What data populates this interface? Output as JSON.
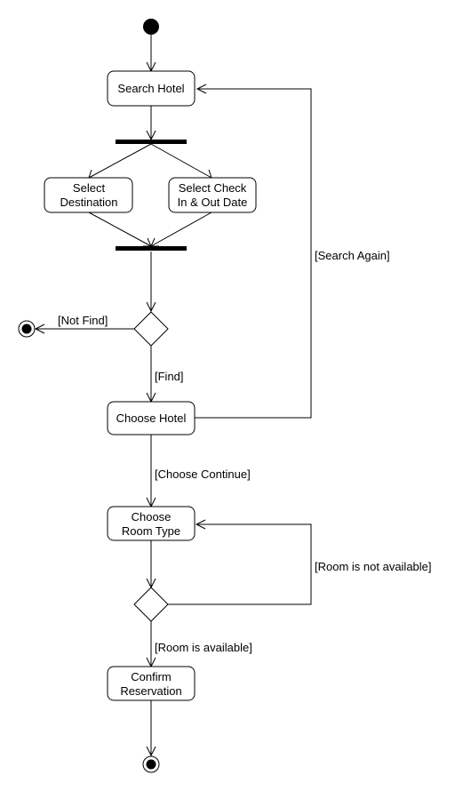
{
  "nodes": {
    "search_hotel": "Search Hotel",
    "select_destination": [
      "Select",
      "Destination"
    ],
    "select_dates": [
      "Select Check",
      "In & Out Date"
    ],
    "choose_hotel": "Choose Hotel",
    "choose_room_type": [
      "Choose",
      "Room Type"
    ],
    "confirm_reservation": [
      "Confirm",
      "Reservation"
    ]
  },
  "guards": {
    "search_again": "[Search Again]",
    "not_find": "[Not Find]",
    "find": "[Find]",
    "choose_continue": "[Choose Continue]",
    "room_not_available": "[Room is not available]",
    "room_available": "[Room is available]"
  }
}
